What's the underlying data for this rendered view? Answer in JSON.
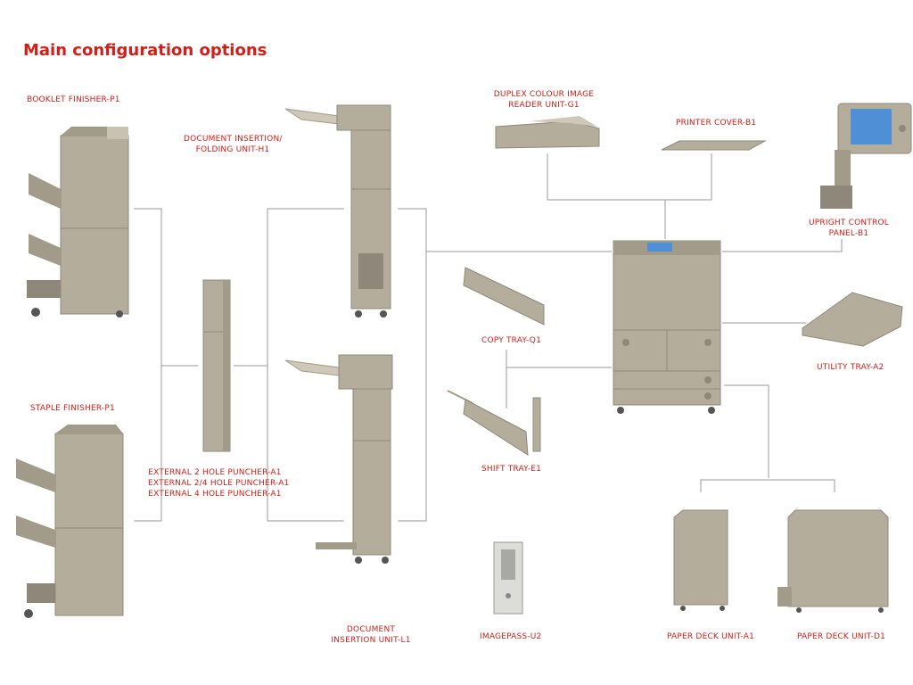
{
  "title": "Main configuration options",
  "colors": {
    "accent": "#d0201a",
    "body": "#b5ad9b",
    "body_dark": "#8f887a",
    "line": "#9a9a9a",
    "screen": "#4f8fd6"
  },
  "labels": {
    "booklet_finisher": "BOOKLET FINISHER-P1",
    "staple_finisher": "STAPLE FINISHER-P1",
    "doc_insertion_folding_1": "DOCUMENT INSERTION/",
    "doc_insertion_folding_2": "FOLDING UNIT-H1",
    "puncher_2": "EXTERNAL 2 HOLE PUNCHER-A1",
    "puncher_24": "EXTERNAL 2/4 HOLE PUNCHER-A1",
    "puncher_4": "EXTERNAL 4 HOLE PUNCHER-A1",
    "doc_insertion_1": "DOCUMENT",
    "doc_insertion_2": "INSERTION UNIT-L1",
    "duplex_reader_1": "DUPLEX COLOUR IMAGE",
    "duplex_reader_2": "READER UNIT-G1",
    "printer_cover": "PRINTER COVER-B1",
    "upright_panel_1": "UPRIGHT CONTROL",
    "upright_panel_2": "PANEL-B1",
    "copy_tray": "COPY TRAY-Q1",
    "shift_tray": "SHIFT TRAY-E1",
    "utility_tray": "UTILITY TRAY-A2",
    "imagepass": "IMAGEPASS-U2",
    "paper_deck_a1": "PAPER DECK UNIT-A1",
    "paper_deck_d1": "PAPER DECK UNIT-D1"
  }
}
